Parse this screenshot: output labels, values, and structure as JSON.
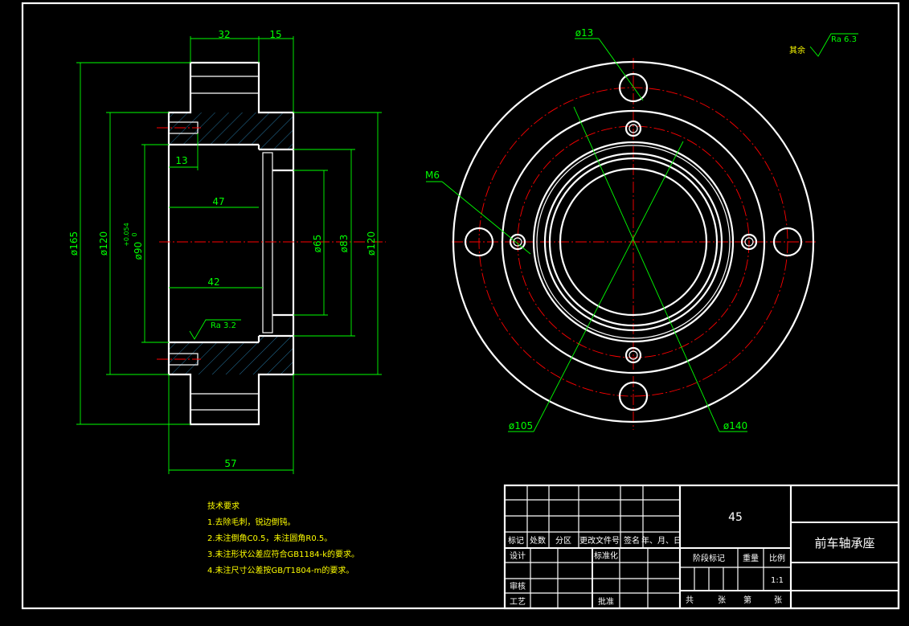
{
  "section_view": {
    "dims": {
      "d32": "32",
      "d15": "15",
      "d13": "13",
      "d47": "47",
      "d42": "42",
      "d57": "57",
      "phi165": "ø165",
      "phi120_left": "ø120",
      "phi90": "ø90",
      "phi90_tol_upper": "+0.054",
      "phi90_tol_lower": "0",
      "phi65": "ø65",
      "phi83": "ø83",
      "phi120_right": "ø120",
      "ra32": "Ra 3.2"
    }
  },
  "front_view": {
    "dims": {
      "phi13": "ø13",
      "m6": "M6",
      "phi105": "ø105",
      "phi140": "ø140"
    }
  },
  "surface_note": {
    "label": "其余",
    "ra": "Ra 6.3"
  },
  "tech_requirements": {
    "title": "技术要求",
    "items": [
      "1.去除毛刺，锐边倒钝。",
      "2.未注倒角C0.5，未注圆角R0.5。",
      "3.未注形状公差应符合GB1184-k的要求。",
      "4.未注尺寸公差按GB/T1804-m的要求。"
    ]
  },
  "title_block": {
    "material": "45",
    "part_name": "前车轴承座",
    "header_labels": [
      "标记",
      "处数",
      "分区",
      "更改文件号",
      "签名",
      "年、月、日"
    ],
    "design": "设计",
    "standardize": "标准化",
    "stage_mark": "阶段标记",
    "weight": "重量",
    "scale": "比例",
    "scale_value": "1:1",
    "review": "审核",
    "process": "工艺",
    "approve": "批准",
    "total": "共",
    "sheet1": "张",
    "page": "第",
    "sheet2": "张"
  }
}
